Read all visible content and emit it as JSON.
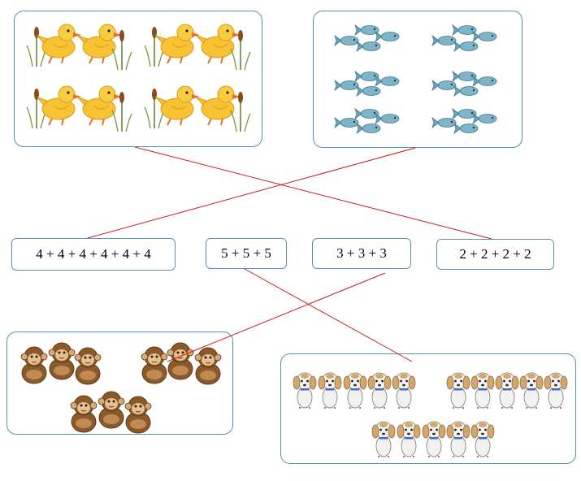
{
  "expressions": {
    "e1": "4 + 4 + 4 + 4 + 4 + 4",
    "e2": "5 + 5 + 5",
    "e3": "3 + 3 + 3",
    "e4": "2 + 2 + 2 + 2"
  },
  "groups": {
    "ducks": {
      "count": 8,
      "groups_of": 2
    },
    "fish": {
      "count": 24,
      "groups_of": 4
    },
    "monkeys": {
      "count": 9,
      "groups_of": 3
    },
    "dogs": {
      "count": 15,
      "groups_of": 5
    }
  },
  "colors": {
    "frame": "#4a9aa8",
    "box": "#5b8fb8",
    "line": "#d11a1a"
  }
}
